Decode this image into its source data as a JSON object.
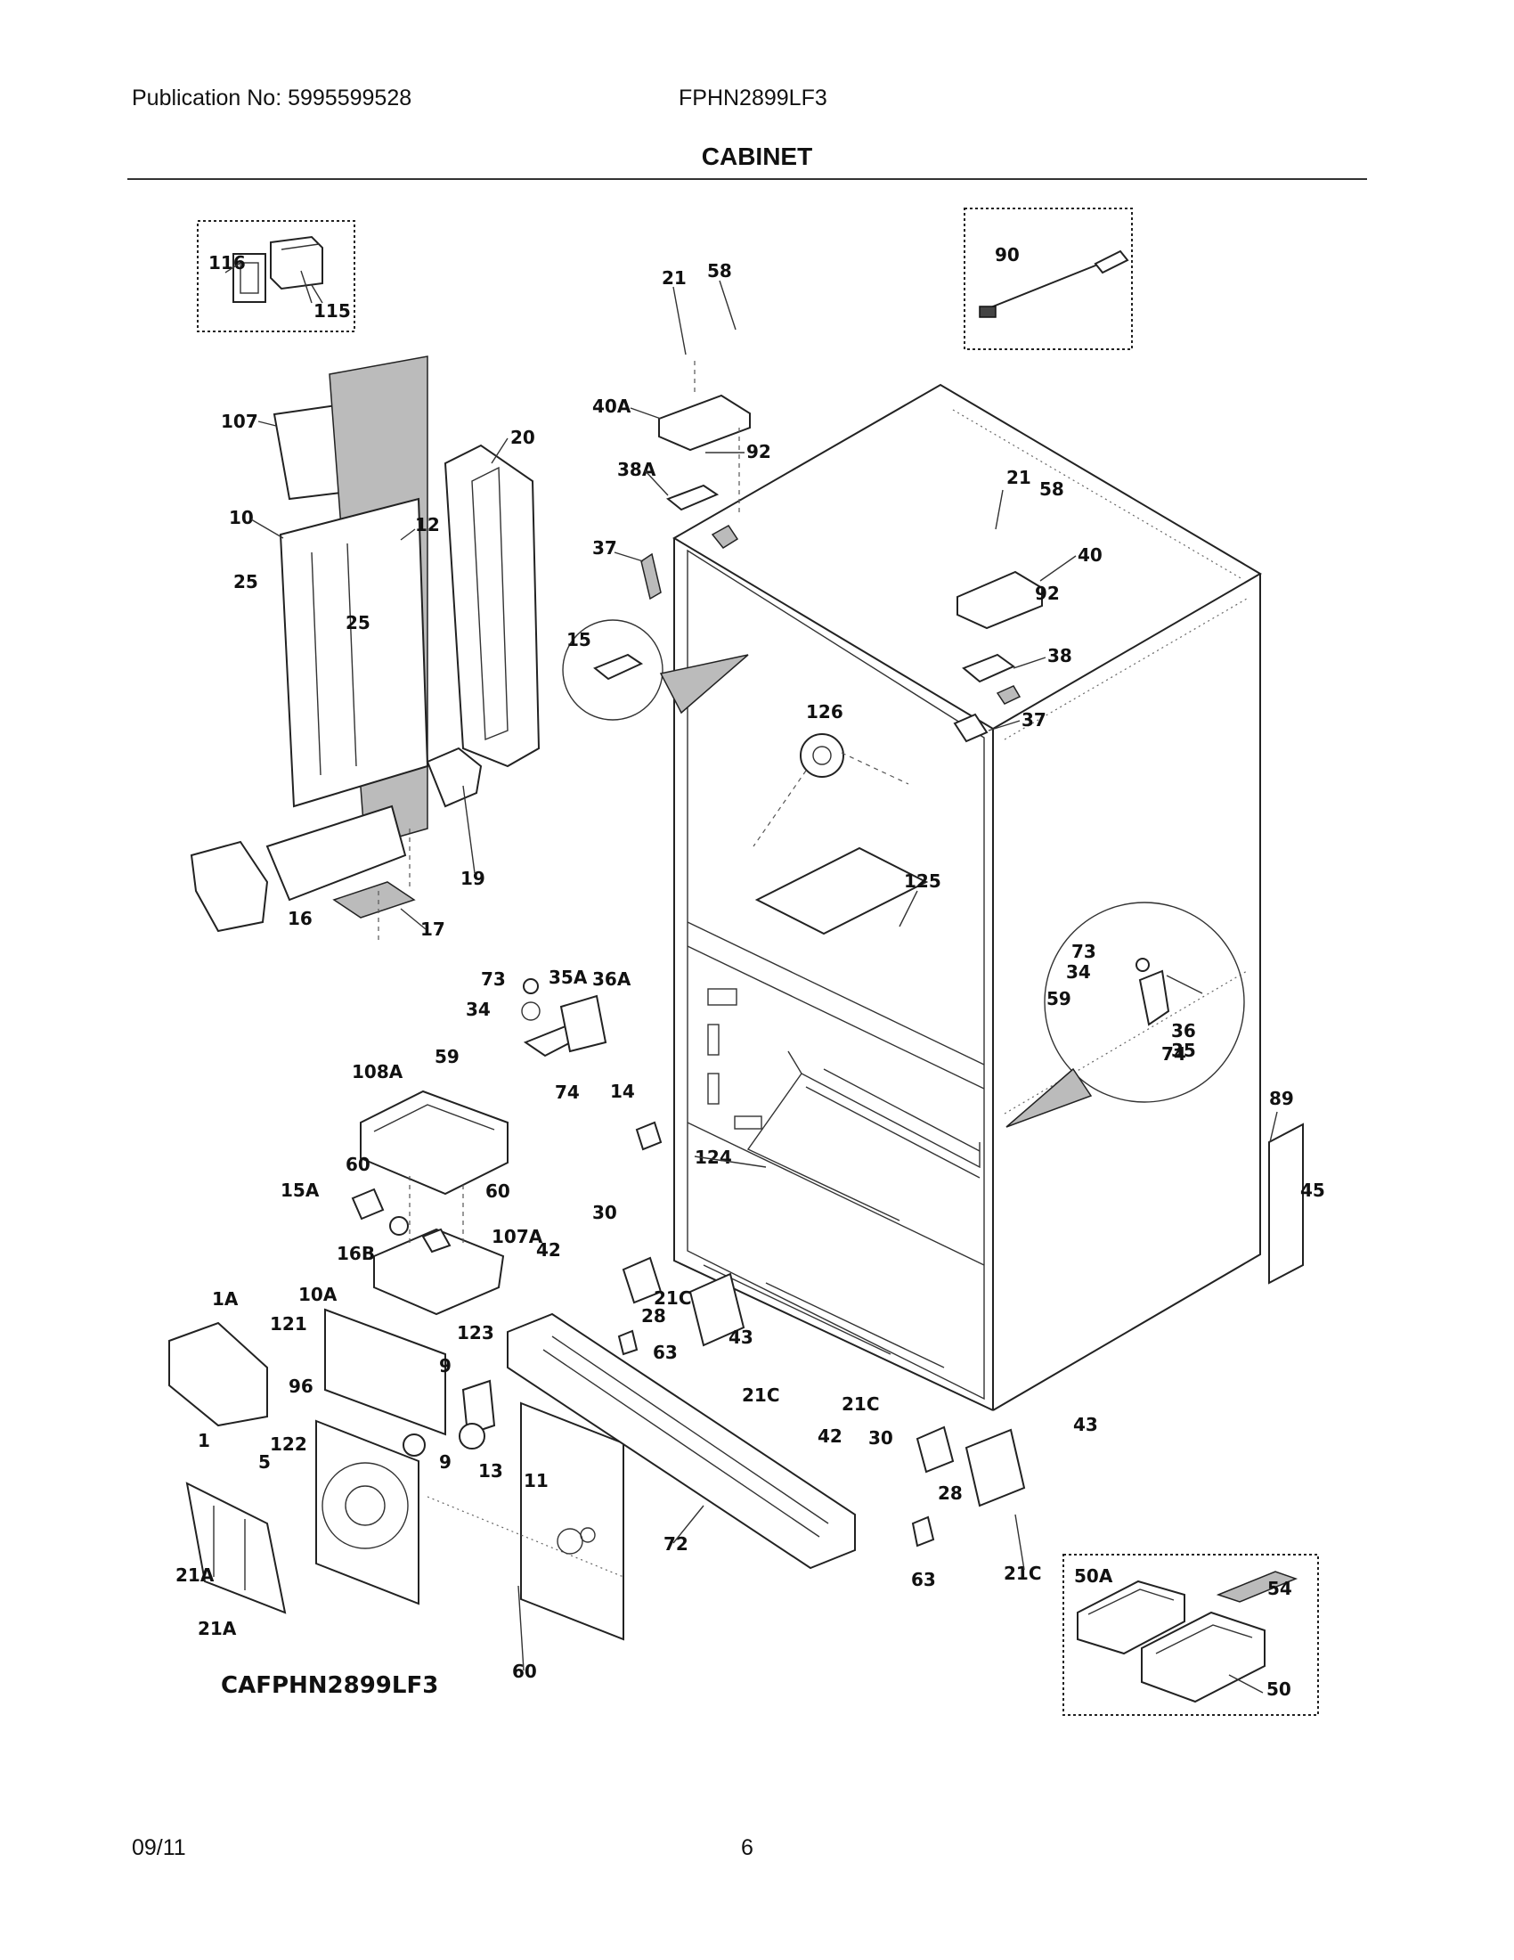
{
  "header": {
    "publication": "Publication No: 5995599528",
    "model": "FPHN2899LF3",
    "section_title": "CABINET"
  },
  "footer": {
    "date": "09/11",
    "page_number": "6"
  },
  "diagram": {
    "code": "CAFPHN2899LF3",
    "callouts": [
      "116",
      "115",
      "90",
      "21",
      "58",
      "40A",
      "92",
      "38A",
      "37",
      "107",
      "20",
      "10",
      "12",
      "25",
      "25",
      "15",
      "21",
      "58",
      "40",
      "92",
      "38",
      "37",
      "126",
      "19",
      "16",
      "17",
      "125",
      "73",
      "35A",
      "36A",
      "34",
      "59",
      "74",
      "14",
      "108A",
      "124",
      "73",
      "34",
      "59",
      "36",
      "35",
      "74",
      "89",
      "45",
      "60",
      "15A",
      "60",
      "16B",
      "107A",
      "30",
      "42",
      "21C",
      "28",
      "63",
      "43",
      "21C",
      "1A",
      "10A",
      "121",
      "123",
      "9",
      "96",
      "9",
      "13",
      "122",
      "5",
      "1",
      "11",
      "72",
      "21C",
      "42",
      "30",
      "43",
      "28",
      "63",
      "21C",
      "21A",
      "21A",
      "60",
      "50A",
      "54",
      "50"
    ]
  }
}
